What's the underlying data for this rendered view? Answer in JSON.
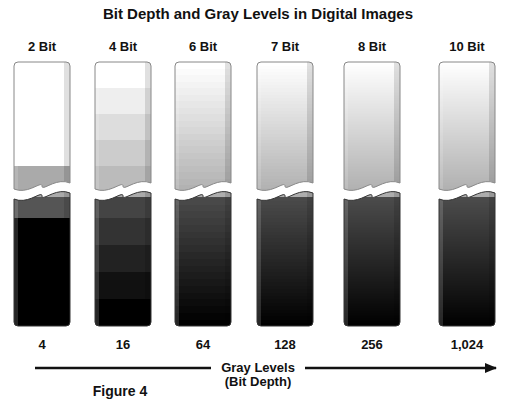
{
  "diagram": {
    "title": "Bit Depth and Gray Levels in Digital Images",
    "caption": "Figure 4",
    "labels": [
      "2 Bit",
      "4 Bit",
      "6 Bit",
      "7 Bit",
      "8 Bit",
      "10 Bit",
      "4",
      "16",
      "64",
      "128",
      "256",
      "1,024",
      "Gray Levels (Bit Depth)"
    ]
  }
}
